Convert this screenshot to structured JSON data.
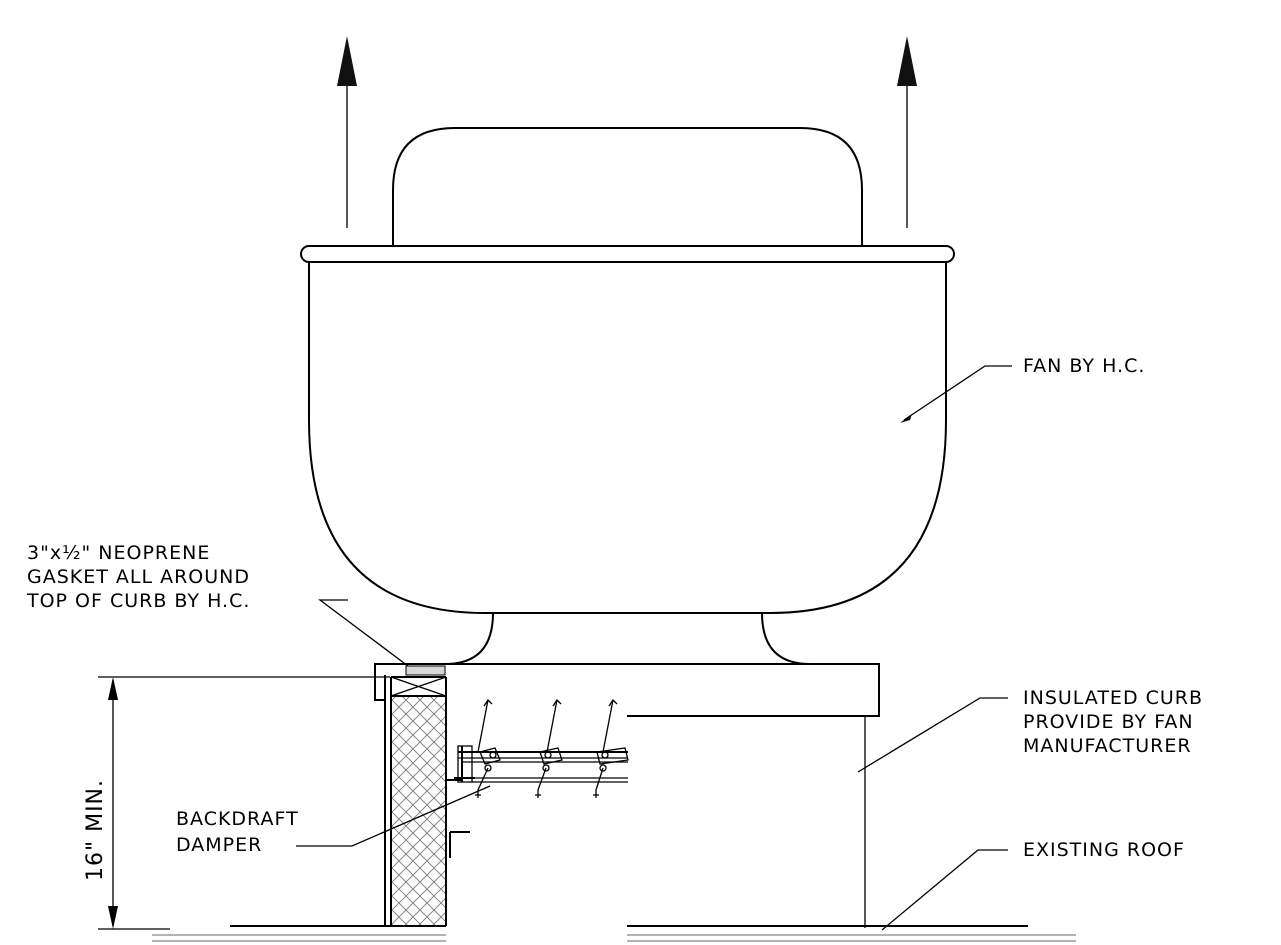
{
  "labels": {
    "fan": "FAN BY H.C.",
    "gasket": [
      "3\"x½\" NEOPRENE",
      "GASKET ALL AROUND",
      "TOP OF CURB BY H.C."
    ],
    "damper": [
      "BACKDRAFT",
      "DAMPER"
    ],
    "curb": [
      "INSULATED CURB",
      "PROVIDE BY FAN",
      "MANUFACTURER"
    ],
    "roof": "EXISTING ROOF",
    "dimension": "16\" MIN."
  }
}
